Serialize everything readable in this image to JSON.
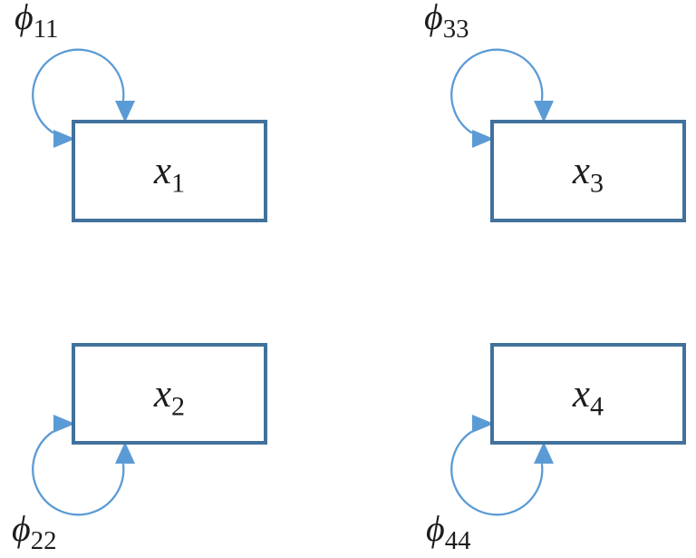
{
  "diagram": {
    "type": "sem-path-diagram",
    "nodes": [
      {
        "id": "x1",
        "position": "top-left",
        "label": {
          "base": "x",
          "sub": "1"
        },
        "variance_label": {
          "base": "ϕ",
          "sub": "11"
        }
      },
      {
        "id": "x2",
        "position": "bottom-left",
        "label": {
          "base": "x",
          "sub": "2"
        },
        "variance_label": {
          "base": "ϕ",
          "sub": "22"
        }
      },
      {
        "id": "x3",
        "position": "top-right",
        "label": {
          "base": "x",
          "sub": "3"
        },
        "variance_label": {
          "base": "ϕ",
          "sub": "33"
        }
      },
      {
        "id": "x4",
        "position": "bottom-right",
        "label": {
          "base": "x",
          "sub": "4"
        },
        "variance_label": {
          "base": "ϕ",
          "sub": "44"
        }
      }
    ]
  },
  "colors": {
    "box_border": "#41719C",
    "arrow": "#5B9BD5",
    "text": "#1C1C1C",
    "background": "#FFFFFF"
  }
}
